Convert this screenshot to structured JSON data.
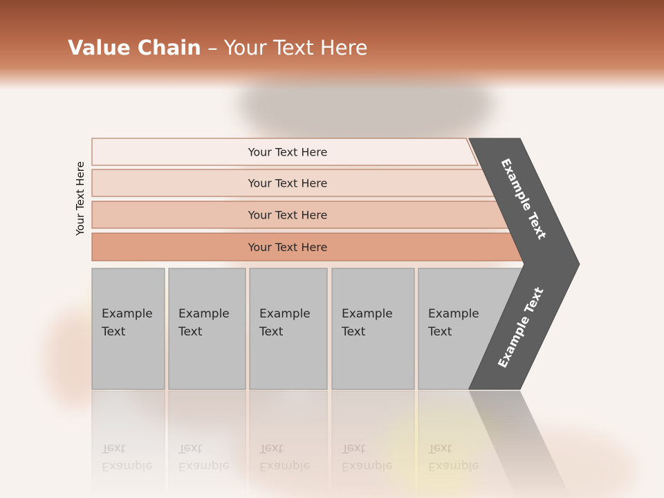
{
  "slide": {
    "title_bold": "Value Chain",
    "title_rest": " – Your Text Here",
    "vertical_label": "Your Text Here"
  },
  "bars": [
    {
      "label": "Your Text Here",
      "color": "#f7ece7"
    },
    {
      "label": "Your Text Here",
      "color": "#f1d8cc"
    },
    {
      "label": "Your Text Here",
      "color": "#e9c2b0"
    },
    {
      "label": "Your Text Here",
      "color": "#dfa286"
    }
  ],
  "boxes": [
    {
      "line1": "Example",
      "line2": "Text"
    },
    {
      "line1": "Example",
      "line2": "Text"
    },
    {
      "line1": "Example",
      "line2": "Text"
    },
    {
      "line1": "Example",
      "line2": "Text"
    },
    {
      "line1": "Example",
      "line2": "Text"
    }
  ],
  "chevron": {
    "upper_text": "Example Text",
    "lower_text": "Example Text",
    "color": "#5f5f5f"
  },
  "colors": {
    "header_dark": "#8c4a30",
    "header_light": "#cf8a69",
    "box_fill": "#c0c0c0",
    "box_stroke": "#8f8f8f",
    "bar_stroke": "#a86a50"
  }
}
